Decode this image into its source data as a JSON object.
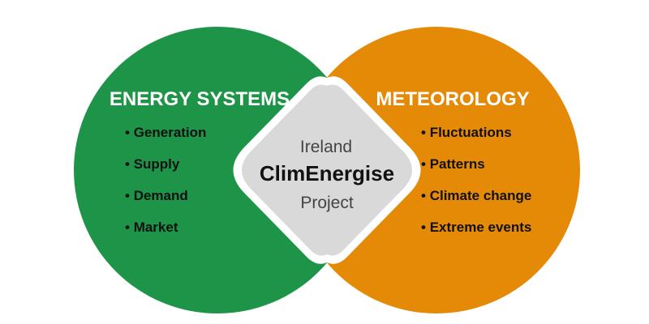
{
  "colors": {
    "energy": "#1E9448",
    "meteorology": "#E48A07",
    "overlap": "#D9D9D9"
  },
  "energy_systems": {
    "title": "ENERGY SYSTEMS",
    "items": [
      "Generation",
      "Supply",
      "Demand",
      "Market"
    ]
  },
  "meteorology": {
    "title": "METEOROLOGY",
    "items": [
      "Fluctuations",
      "Patterns",
      "Climate change",
      "Extreme events"
    ]
  },
  "center": {
    "line1": "Ireland",
    "line2": "ClimEnergise",
    "line3": "Project"
  }
}
